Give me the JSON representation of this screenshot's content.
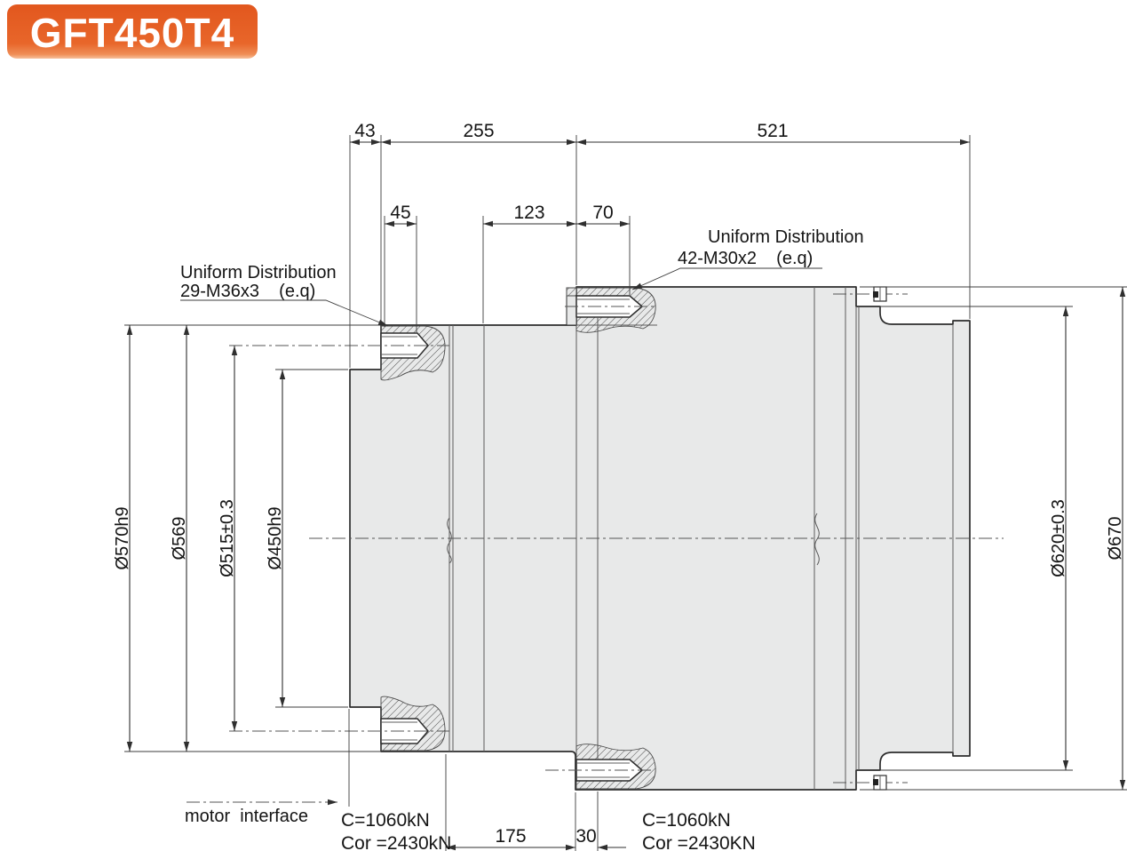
{
  "badge": {
    "label": "GFT450T4",
    "color": "#e5601f"
  },
  "dims": {
    "top": {
      "d43": "43",
      "d255": "255",
      "d521": "521"
    },
    "mid": {
      "d45": "45",
      "d123": "123",
      "d70": "70"
    },
    "bottom": {
      "d175": "175",
      "d30": "30"
    },
    "left": [
      "Ø570h9",
      "Ø569",
      "Ø515±0.3",
      "Ø450h9"
    ],
    "right": [
      "Ø620±0.3",
      "Ø670"
    ]
  },
  "callouts": {
    "left_line1": "Uniform Distribution",
    "left_line2": "29-M36x3    (e.q)",
    "right_line1": "Uniform Distribution",
    "right_line2": "42-M30x2    (e.q)",
    "motor": "motor  interface",
    "left_c": "C=1060kN",
    "left_cor": "Cor =2430kN",
    "right_c": "C=1060kN",
    "right_cor": "Cor =2430KN"
  }
}
